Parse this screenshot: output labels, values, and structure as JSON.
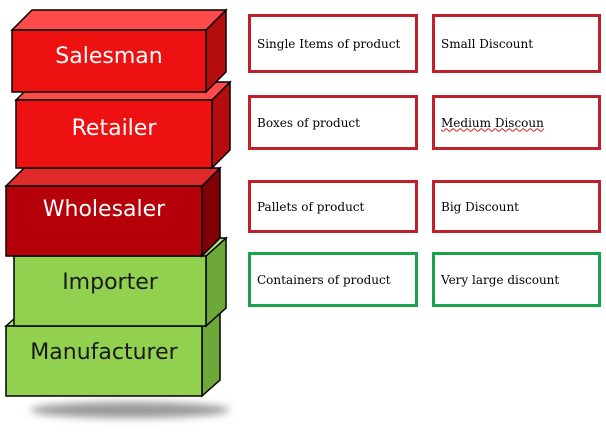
{
  "stack": {
    "levels": [
      {
        "label": "Salesman",
        "front": "#ee1111",
        "top": "#ff4a4a",
        "side": "#b50d0d"
      },
      {
        "label": "Retailer",
        "front": "#ee1111",
        "top": "#ff4a4a",
        "side": "#b50d0d"
      },
      {
        "label": "Wholesaler",
        "front": "#b5000a",
        "top": "#e02a2a",
        "side": "#800006"
      },
      {
        "label": "Importer",
        "front": "#92d050",
        "top": "#b6e07a",
        "side": "#6ea838"
      },
      {
        "label": "Manufacturer",
        "front": "#92d050",
        "top": "#b6e07a",
        "side": "#6ea838"
      }
    ]
  },
  "rows": [
    {
      "quantity": "Single Items of product",
      "discount": "Small Discount",
      "color": "red"
    },
    {
      "quantity": "Boxes of product",
      "discount": "Medium Discoun",
      "color": "red"
    },
    {
      "quantity": "Pallets of product",
      "discount": "Big Discount",
      "color": "red"
    },
    {
      "quantity": "Containers of product",
      "discount": "Very large discount",
      "color": "green"
    }
  ]
}
